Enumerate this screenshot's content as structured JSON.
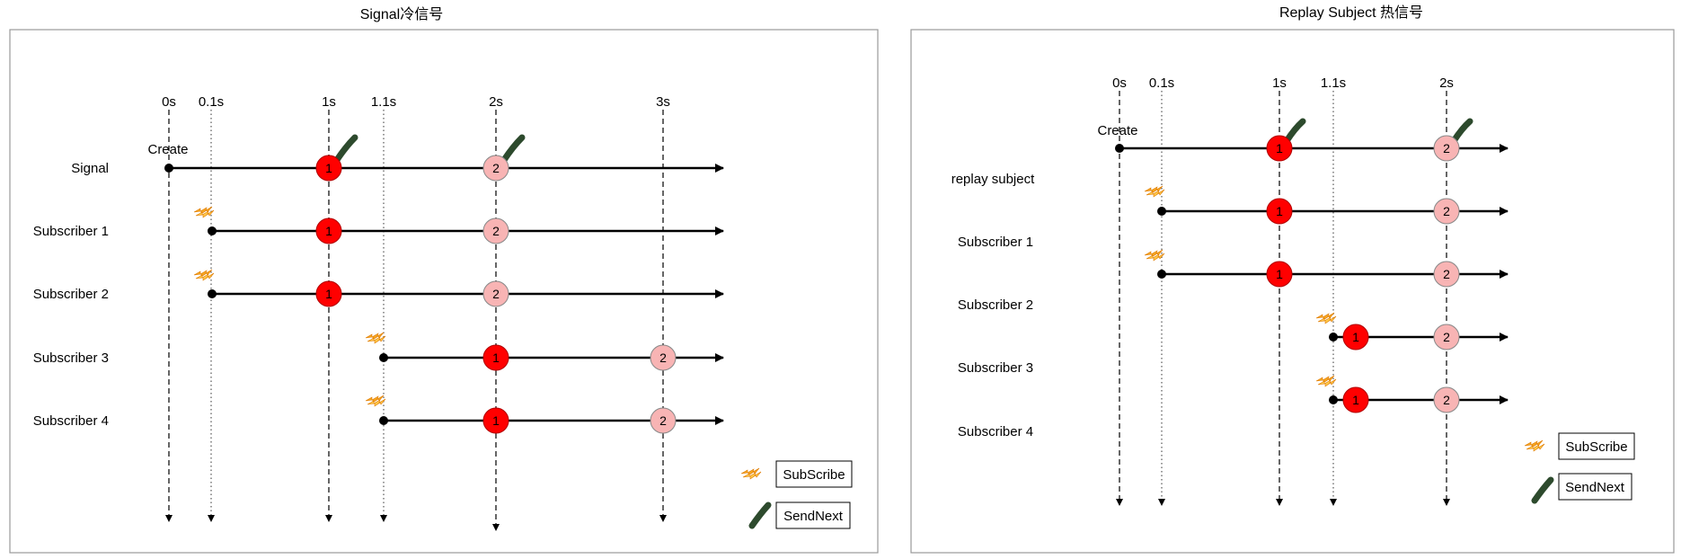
{
  "left_panel": {
    "title": "Signal冷信号",
    "create_label": "Create",
    "time_labels": [
      "0s",
      "0.1s",
      "1s",
      "1.1s",
      "2s",
      "3s"
    ],
    "rows": [
      {
        "label": "Signal",
        "events": [
          "1",
          "2"
        ]
      },
      {
        "label": "Subscriber 1",
        "events": [
          "1",
          "2"
        ]
      },
      {
        "label": "Subscriber 2",
        "events": [
          "1",
          "2"
        ]
      },
      {
        "label": "Subscriber 3",
        "events": [
          "1",
          "2"
        ]
      },
      {
        "label": "Subscriber 4",
        "events": [
          "1",
          "2"
        ]
      }
    ],
    "legend": {
      "subscribe": "SubScribe",
      "send_next": "SendNext"
    }
  },
  "right_panel": {
    "title": "Replay Subject 热信号",
    "create_label": "Create",
    "time_labels": [
      "0s",
      "0.1s",
      "1s",
      "1.1s",
      "2s"
    ],
    "rows": [
      {
        "label": "replay subject",
        "events": [
          "1",
          "2"
        ]
      },
      {
        "label": "Subscriber 1",
        "events": [
          "1",
          "2"
        ]
      },
      {
        "label": "Subscriber 2",
        "events": [
          "1",
          "2"
        ]
      },
      {
        "label": "Subscriber 3",
        "events": [
          "1",
          "2"
        ]
      },
      {
        "label": "Subscriber 4",
        "events": [
          "1",
          "2"
        ]
      }
    ],
    "legend": {
      "subscribe": "SubScribe",
      "send_next": "SendNext"
    }
  },
  "colors": {
    "event_1_fill": "#ff0000",
    "event_2_fill": "#f8b4b4",
    "send_next_mark": "#2d4a2d",
    "subscribe_bolt": "#f5a623",
    "panel_border": "#999999"
  },
  "icons": {
    "subscribe": "lightning-bolt-icon",
    "send_next": "green-leaf-stroke-icon"
  }
}
